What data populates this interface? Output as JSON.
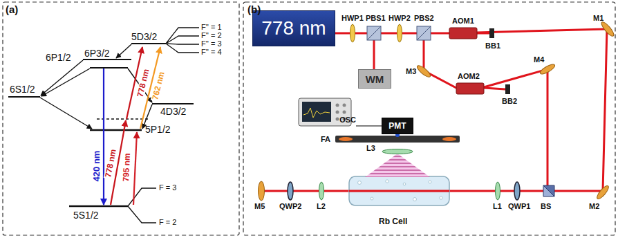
{
  "diagram": {
    "nodes": [
      {
        "text": [
          "778 nm"
        ]
      },
      {
        "text": [
          "WM"
        ]
      },
      {
        "text": [
          "OSC"
        ]
      },
      {
        "text": [
          "PMT"
        ]
      }
    ],
    "edges": [
      {
        "from": 2,
        "to": 3,
        "arrow": "none"
      }
    ],
    "labels": [
      "(a)",
      "5D3/2",
      "F'' = 1",
      "F'' = 2",
      "F'' = 3",
      "F'' = 4",
      "6P3/2",
      "6P1/2",
      "6S1/2",
      "4D3/2",
      "420 nm",
      "778 nm",
      "762 nm",
      "5P1/2",
      "778 nm",
      "795 nm",
      "5S1/2",
      "F = 3",
      "F = 2",
      "(b)",
      "HWP1",
      "PBS1",
      "HWP2",
      "PBS2",
      "AOM1",
      "BB1",
      "M1",
      "M3",
      "AOM2",
      "BB2",
      "M4",
      "FA",
      "L3",
      "M2",
      "BS",
      "QWP1",
      "L1",
      "M5",
      "QWP2",
      "L2",
      "Rb Cell"
    ]
  }
}
